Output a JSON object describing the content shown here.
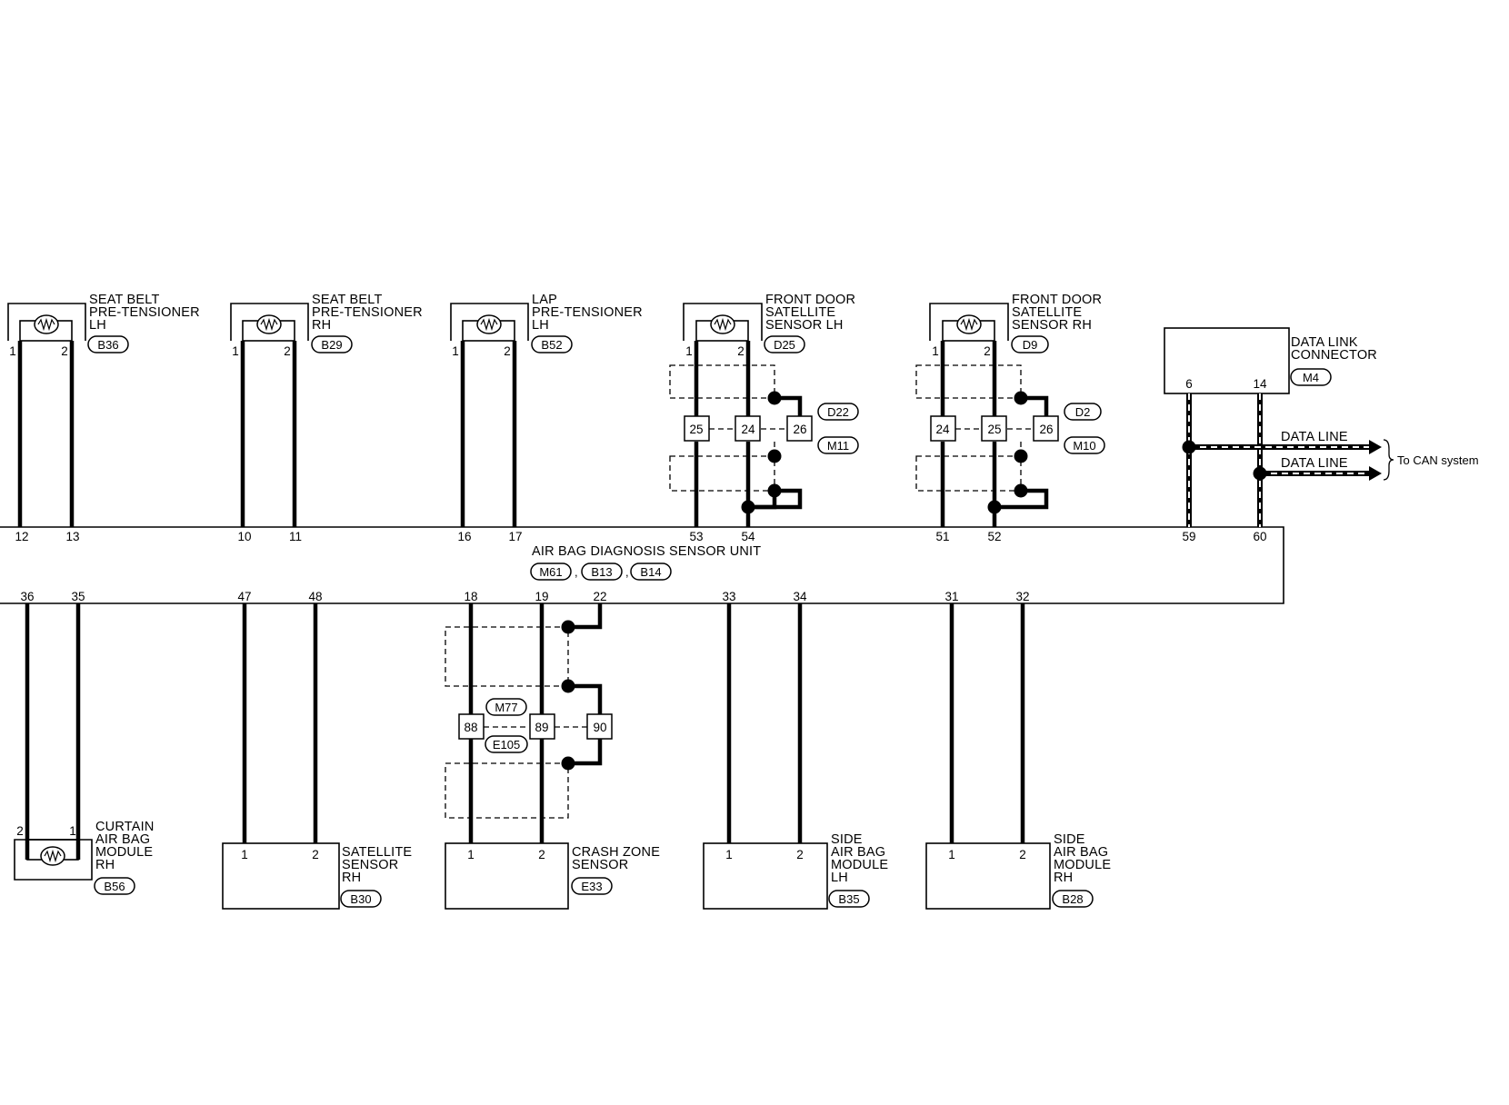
{
  "components": {
    "seat_belt_pt_lh": {
      "line1": "SEAT BELT",
      "line2": "PRE-TENSIONER",
      "line3": "LH",
      "connector": "B36",
      "pin_a": "1",
      "pin_b": "2"
    },
    "seat_belt_pt_rh": {
      "line1": "SEAT BELT",
      "line2": "PRE-TENSIONER",
      "line3": "RH",
      "connector": "B29",
      "pin_a": "1",
      "pin_b": "2"
    },
    "lap_pt_lh": {
      "line1": "LAP",
      "line2": "PRE-TENSIONER",
      "line3": "LH",
      "connector": "B52",
      "pin_a": "1",
      "pin_b": "2"
    },
    "front_door_sat_lh": {
      "line1": "FRONT DOOR",
      "line2": "SATELLITE",
      "line3": "SENSOR LH",
      "connector": "D25",
      "pin_a": "1",
      "pin_b": "2"
    },
    "front_door_sat_rh": {
      "line1": "FRONT DOOR",
      "line2": "SATELLITE",
      "line3": "SENSOR RH",
      "connector": "D9",
      "pin_a": "1",
      "pin_b": "2"
    },
    "data_link": {
      "line1": "DATA LINK",
      "line2": "CONNECTOR",
      "connector": "M4",
      "pin_a": "6",
      "pin_b": "14"
    },
    "curtain_rh": {
      "line1": "CURTAIN",
      "line2": "AIR BAG",
      "line3": "MODULE",
      "line4": "RH",
      "connector": "B56",
      "pin_a": "2",
      "pin_b": "1"
    },
    "satellite_rh": {
      "line1": "SATELLITE",
      "line2": "SENSOR",
      "line3": "RH",
      "connector": "B30",
      "pin_a": "1",
      "pin_b": "2"
    },
    "crash_zone": {
      "line1": "CRASH ZONE",
      "line2": "SENSOR",
      "connector": "E33",
      "pin_a": "1",
      "pin_b": "2"
    },
    "side_lh": {
      "line1": "SIDE",
      "line2": "AIR BAG",
      "line3": "MODULE",
      "line4": "LH",
      "connector": "B35",
      "pin_a": "1",
      "pin_b": "2"
    },
    "side_rh": {
      "line1": "SIDE",
      "line2": "AIR BAG",
      "line3": "MODULE",
      "line4": "RH",
      "connector": "B28",
      "pin_a": "1",
      "pin_b": "2"
    }
  },
  "unit": {
    "title": "AIR BAG DIAGNOSIS SENSOR UNIT",
    "connectors": [
      "M61",
      "B13",
      "B14"
    ],
    "sep": ","
  },
  "unit_pins_top": [
    "12",
    "13",
    "10",
    "11",
    "16",
    "17",
    "53",
    "54",
    "51",
    "52",
    "59",
    "60"
  ],
  "unit_pins_bottom": [
    "36",
    "35",
    "47",
    "48",
    "18",
    "19",
    "22",
    "33",
    "34",
    "31",
    "32"
  ],
  "junctions": {
    "lh_door": {
      "pins": [
        "25",
        "24",
        "26"
      ],
      "connectors": [
        "D22",
        "M11"
      ]
    },
    "rh_door": {
      "pins": [
        "24",
        "25",
        "26"
      ],
      "connectors": [
        "D2",
        "M10"
      ]
    },
    "crash": {
      "pins": [
        "88",
        "89",
        "90"
      ],
      "connectors": [
        "M77",
        "E105"
      ]
    }
  },
  "data_lines": {
    "line_a": "DATA LINE",
    "line_b": "DATA LINE",
    "destination": "To CAN system"
  }
}
